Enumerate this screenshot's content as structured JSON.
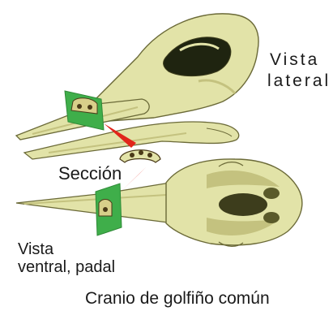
{
  "labels": {
    "lateral_line1": "Vista",
    "lateral_line2": "lateral",
    "section": "Sección",
    "ventral_line1": "Vista",
    "ventral_line2": "ventral, padal",
    "caption": "Cranio de golfiño común"
  },
  "colors": {
    "bone_fill": "#e2e3a8",
    "bone_dark": "#c4c27f",
    "bone_outline": "#6b6a38",
    "section_plane": "#3fae4a",
    "section_plane_dark": "#2f8a37",
    "pointer_red": "#e1251b",
    "text": "#1a1a1a"
  }
}
